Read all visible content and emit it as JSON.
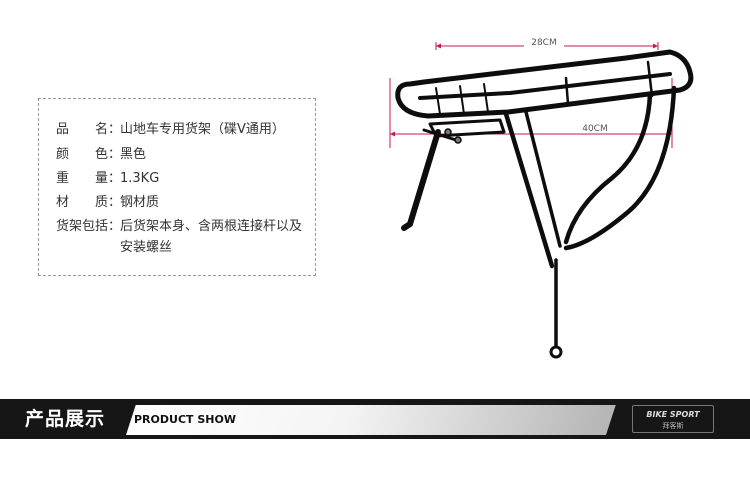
{
  "specs": [
    {
      "label": "品　　名：",
      "value": "山地车专用货架（碟V通用）"
    },
    {
      "label": "颜　　色：",
      "value": "黑色"
    },
    {
      "label": "重　　量：",
      "value": "1.3KG"
    },
    {
      "label": "材　　质：",
      "value": "钢材质"
    },
    {
      "label": "货架包括：",
      "value": "后货架本身、含两根连接杆以及安装螺丝"
    }
  ],
  "dimensions": {
    "width": "28CM",
    "length": "40CM"
  },
  "banner": {
    "title": "产品展示",
    "subtitle": "PRODUCT SHOW",
    "logo_main": "BIKE SPORT",
    "logo_sub": "拜客斯"
  },
  "colors": {
    "banner_bg": "#161616",
    "rack": "#0d0d0d",
    "dim_line": "#c2185b"
  }
}
